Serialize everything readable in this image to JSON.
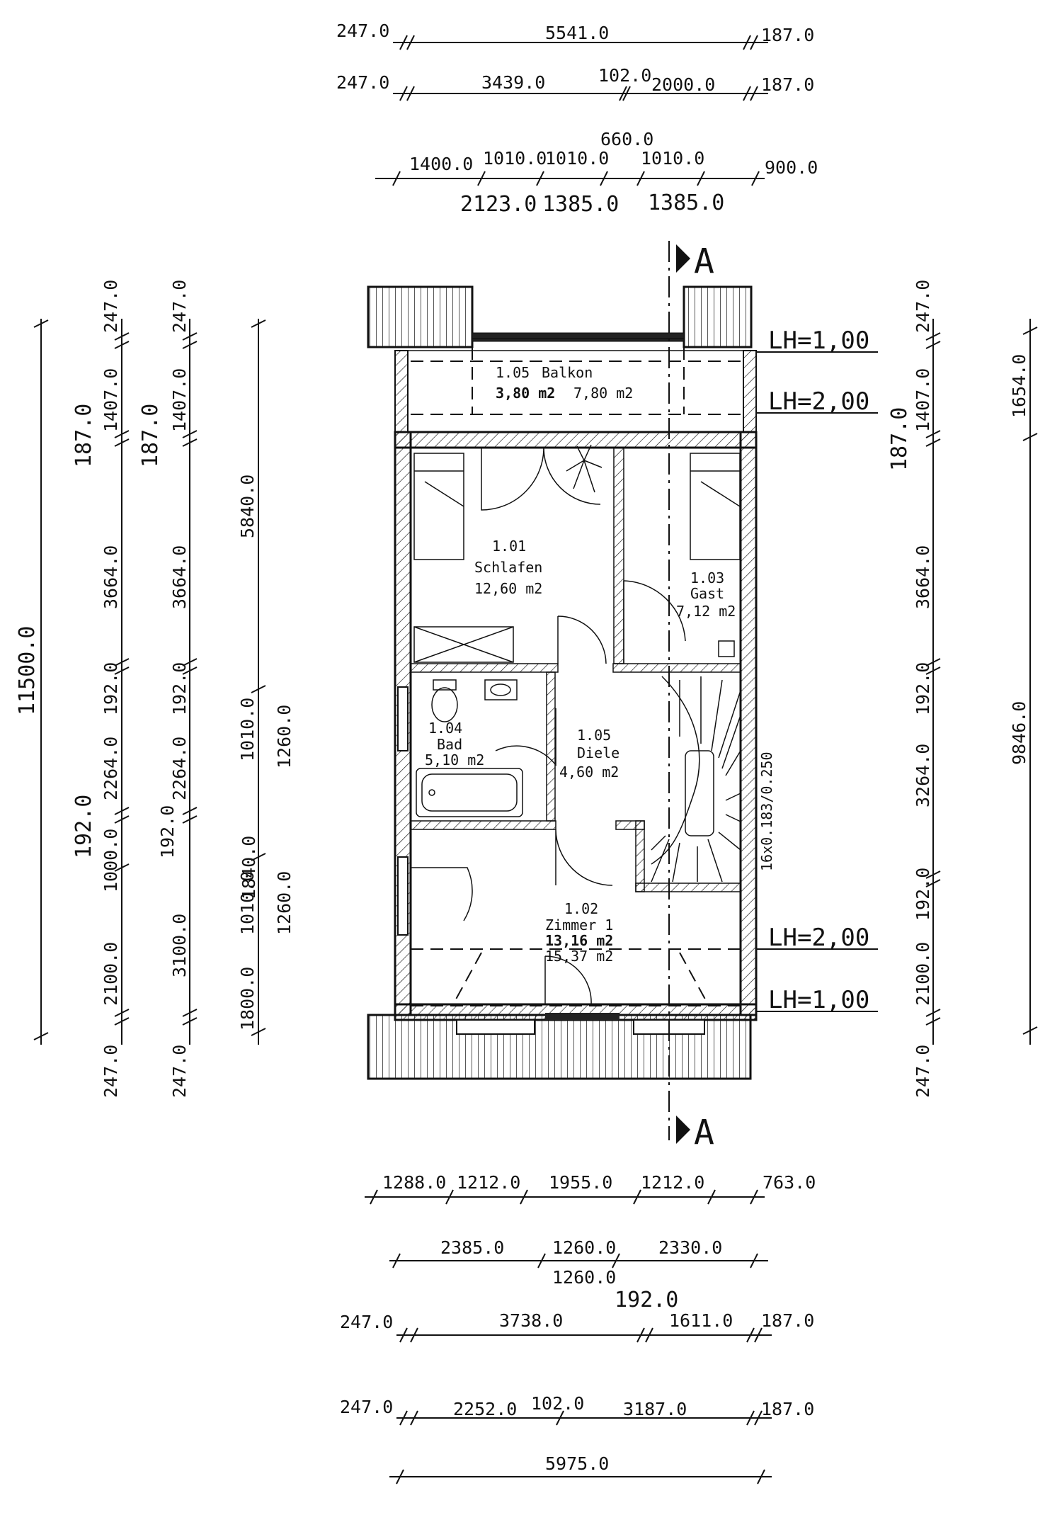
{
  "rooms": {
    "balkon": {
      "number": "1.05",
      "name": "Balkon",
      "area_a": "3,80 m2",
      "area_b": "7,80 m2"
    },
    "schlafen": {
      "number": "1.01",
      "name": "Schlafen",
      "area": "12,60 m2"
    },
    "gast": {
      "number": "1.03",
      "name": "Gast",
      "area": "7,12 m2"
    },
    "bad": {
      "number": "1.04",
      "name": "Bad",
      "area": "5,10 m2"
    },
    "diele": {
      "number": "1.05",
      "name": "Diele",
      "area": "4,60 m2"
    },
    "zimmer": {
      "number": "1.02",
      "name": "Zimmer 1",
      "area_a": "13,16 m2",
      "area_b": "15,37 m2"
    }
  },
  "labels": {
    "lh_top_1": "LH=1,00",
    "lh_top_2": "LH=2,00",
    "lh_bot_1": "LH=2,00",
    "lh_bot_2": "LH=1,00",
    "section_top": "A",
    "section_bottom": "A",
    "stair": "16x0.183/0.250"
  },
  "dims": {
    "top": {
      "r1": [
        "247.0",
        "5541.0",
        "187.0"
      ],
      "r2": [
        "247.0",
        "3439.0",
        "102.0",
        "2000.0",
        "187.0"
      ],
      "r3a": [
        "660.0"
      ],
      "r3": [
        "1400.0",
        "1010.0",
        "1010.0",
        "1010.0",
        "900.0"
      ],
      "r3b": [
        "2123.0",
        "1385.0",
        "1385.0"
      ]
    },
    "bottom": {
      "r1": [
        "1288.0",
        "1212.0",
        "1955.0",
        "1212.0",
        "763.0"
      ],
      "r2": [
        "2385.0",
        "1260.0",
        "2330.0"
      ],
      "r2b": [
        "1260.0"
      ],
      "r3a": [
        "192.0"
      ],
      "r3": [
        "247.0",
        "3738.0",
        "1611.0",
        "187.0"
      ],
      "r4": [
        "247.0",
        "2252.0",
        "102.0",
        "3187.0",
        "187.0"
      ],
      "r5": [
        "5975.0"
      ]
    },
    "left": {
      "c1": [
        "11500.0"
      ],
      "c2": [
        "187.0",
        "192.0"
      ],
      "c3": [
        "247.0",
        "1407.0",
        "3664.0",
        "192.0",
        "2264.0",
        "1000.0",
        "2100.0",
        "247.0"
      ],
      "c4": [
        "187.0",
        "192.0"
      ],
      "c5": [
        "247.0",
        "1407.0",
        "3664.0",
        "192.0",
        "2264.0",
        "1840.0",
        "3100.0",
        "247.0"
      ],
      "c6": [
        "5840.0",
        "1010.0",
        "1010.0",
        "1800.0"
      ],
      "c7": [
        "1260.0",
        "1260.0"
      ]
    },
    "right": {
      "c1": [
        "187.0"
      ],
      "c2": [
        "247.0",
        "1407.0",
        "3664.0",
        "192.0",
        "3264.0",
        "192.0",
        "2100.0",
        "247.0"
      ],
      "c3": [
        "1654.0",
        "9846.0"
      ]
    }
  }
}
